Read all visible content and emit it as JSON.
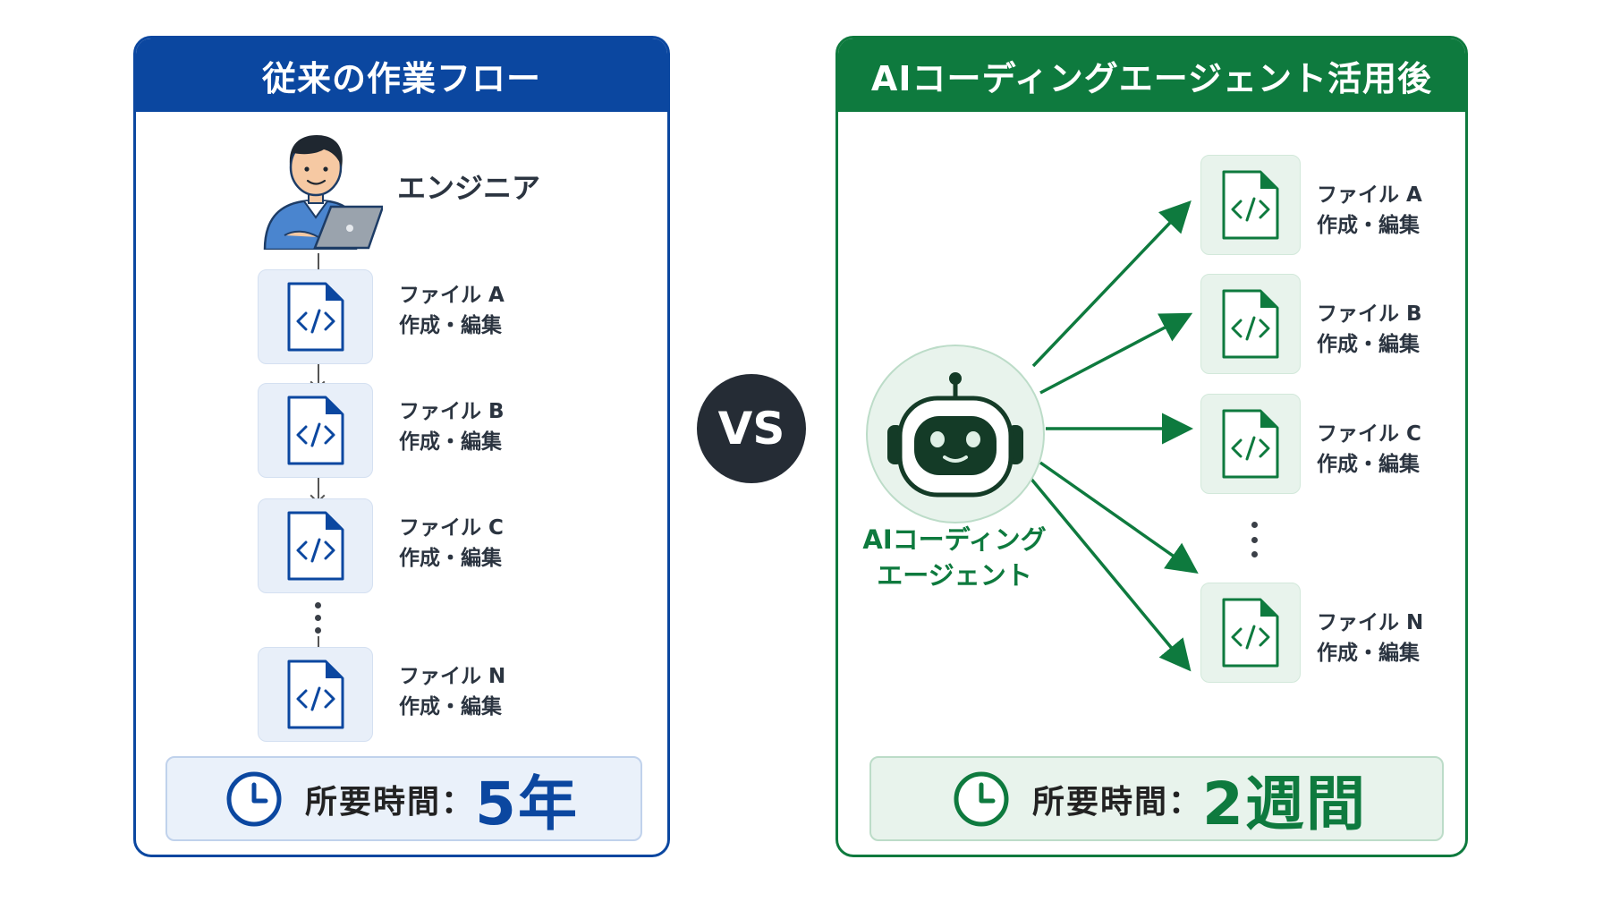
{
  "left_panel": {
    "title": "従来の作業フロー",
    "engineer_label": "エンジニア",
    "files": [
      {
        "name": "ファイル A",
        "action": "作成・編集"
      },
      {
        "name": "ファイル B",
        "action": "作成・編集"
      },
      {
        "name": "ファイル C",
        "action": "作成・編集"
      },
      {
        "name": "ファイル N",
        "action": "作成・編集"
      }
    ],
    "time": {
      "label": "所要時間：",
      "value": "5年"
    }
  },
  "vs_label": "VS",
  "right_panel": {
    "title": "AIコーディングエージェント活用後",
    "agent_label_line1": "AIコーディング",
    "agent_label_line2": "エージェント",
    "files": [
      {
        "name": "ファイル A",
        "action": "作成・編集"
      },
      {
        "name": "ファイル B",
        "action": "作成・編集"
      },
      {
        "name": "ファイル C",
        "action": "作成・編集"
      },
      {
        "name": "ファイル N",
        "action": "作成・編集"
      }
    ],
    "time": {
      "label": "所要時間：",
      "value": "2週間"
    }
  },
  "colors": {
    "blue": "#0b47a0",
    "green": "#0e7a3e",
    "vs_bg": "#252c35"
  },
  "icons": {
    "engineer": "person-laptop-icon",
    "file": "code-file-icon",
    "robot": "robot-icon",
    "clock": "clock-icon"
  }
}
